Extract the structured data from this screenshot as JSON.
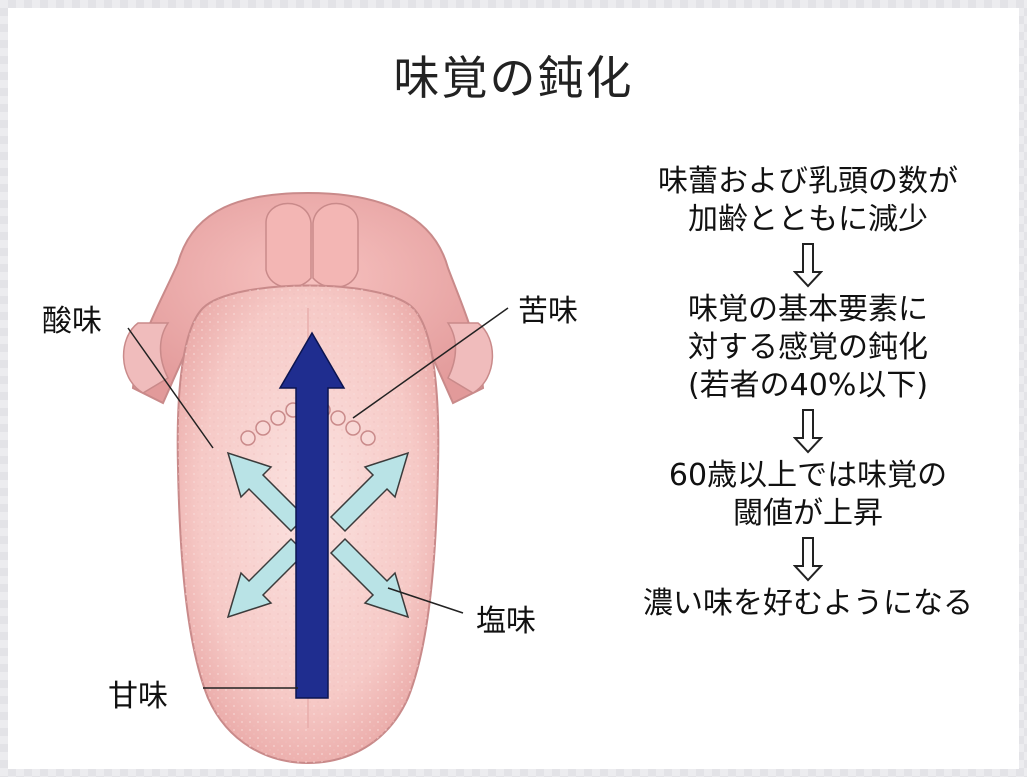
{
  "title": "味覚の鈍化",
  "tongue_labels": {
    "sour": "酸味",
    "bitter": "苦味",
    "salty": "塩味",
    "sweet": "甘味"
  },
  "flow": {
    "step1": [
      "味蕾および乳頭の数が",
      "加齢とともに減少"
    ],
    "step2": [
      "味覚の基本要素に",
      "対する感覚の鈍化",
      "(若者の40%以下)"
    ],
    "step3": [
      "60歳以上では味覚の",
      "閾値が上昇"
    ],
    "step4": [
      "濃い味を好むようになる"
    ]
  },
  "colors": {
    "main_arrow": "#1f2d8f",
    "side_arrows": "#b9e3e6",
    "tongue": "#f2b8b5"
  }
}
